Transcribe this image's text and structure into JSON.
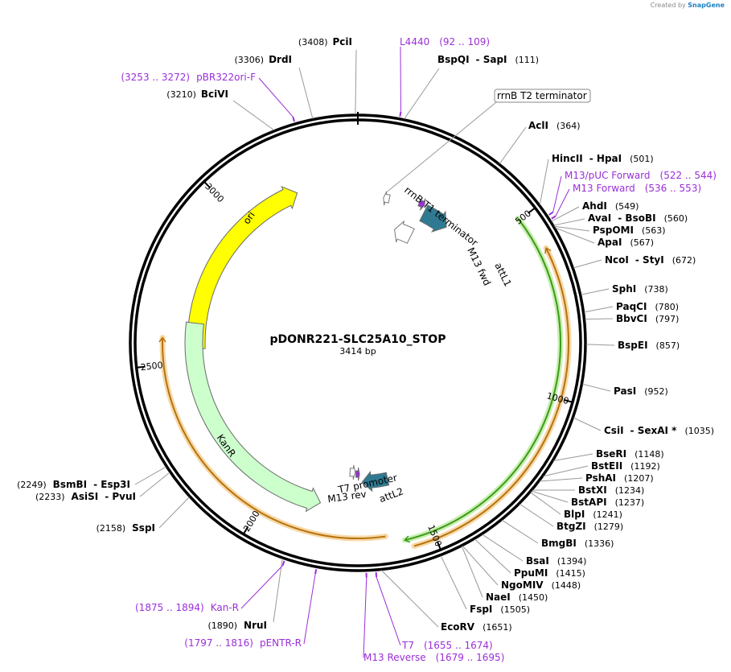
{
  "credit": {
    "prefix": "Created by",
    "brand": "SnapGene"
  },
  "plasmid": {
    "name": "pDONR221-SLC25A10_STOP",
    "length_label": "3414 bp",
    "length_bp": 3414
  },
  "ticks": [
    {
      "bp": 500,
      "label": "500"
    },
    {
      "bp": 1000,
      "label": "1000"
    },
    {
      "bp": 1500,
      "label": "1500"
    },
    {
      "bp": 2000,
      "label": "2000"
    },
    {
      "bp": 2500,
      "label": "2500"
    },
    {
      "bp": 3000,
      "label": "3000"
    }
  ],
  "features": [
    {
      "name": "ori",
      "label": "ori",
      "start": 2540,
      "end": 3205,
      "strand": 1,
      "color": "#ffff00"
    },
    {
      "name": "kanr",
      "label": "KanR",
      "start": 1832,
      "end": 2626,
      "strand": -1,
      "color": "#ccffcc"
    },
    {
      "name": "rrnb-t1-terminator",
      "label": "rrnB T1 terminator",
      "start": 170,
      "end": 250,
      "strand": -1,
      "color": "#ffffff"
    },
    {
      "name": "rrnb-t2-terminator",
      "label": "rrnB T2 terminator",
      "start": 95,
      "end": 117,
      "strand": -1,
      "color": "#ffffff"
    },
    {
      "name": "m13-fwd",
      "label": "M13 fwd",
      "start": 225,
      "end": 245,
      "strand": 1,
      "color": "#9a2fd8"
    },
    {
      "name": "attl1",
      "label": "attL1",
      "start": 255,
      "end": 355,
      "strand": 1,
      "color": "#2f7a92"
    },
    {
      "name": "attl2",
      "label": "attL2",
      "start": 1590,
      "end": 1690,
      "strand": 1,
      "color": "#2f7a92"
    },
    {
      "name": "m13-rev",
      "label": "M13 rev",
      "start": 1700,
      "end": 1715,
      "strand": -1,
      "color": "#9a2fd8"
    },
    {
      "name": "t7-promoter",
      "label": "T7 promoter",
      "start": 1718,
      "end": 1740,
      "strand": -1,
      "color": "#ffffff"
    }
  ],
  "orfs": [
    {
      "name": "orf-green",
      "start": 495,
      "end": 1580,
      "strand": 1,
      "color": "#3a9a1a"
    },
    {
      "name": "orf-orange-inner",
      "start": 1630,
      "end": 2575,
      "strand": 1,
      "color": "#b8720c"
    },
    {
      "name": "orf-orange-right",
      "start": 600,
      "end": 1560,
      "strand": -1,
      "color": "#b8720c"
    }
  ],
  "enzymes": [
    {
      "id": "pcii",
      "name": "PciI",
      "pos": "(3408)"
    },
    {
      "id": "drdi",
      "name": "DrdI",
      "pos": "(3306)"
    },
    {
      "id": "bcivi",
      "name": "BciVI",
      "pos": "(3210)"
    },
    {
      "id": "bspqi-sapi",
      "name": "BspQI",
      "name2": "SapI",
      "pos": "(111)"
    },
    {
      "id": "acli",
      "name": "AclI",
      "pos": "(364)"
    },
    {
      "id": "hincii-hpai",
      "name": "HincII",
      "name2": "HpaI",
      "pos": "(501)"
    },
    {
      "id": "ahdi",
      "name": "AhdI",
      "pos": "(549)"
    },
    {
      "id": "avai-bsobi",
      "name": "AvaI",
      "name2": "BsoBI",
      "pos": "(560)"
    },
    {
      "id": "pspomi",
      "name": "PspOMI",
      "pos": "(563)"
    },
    {
      "id": "apai",
      "name": "ApaI",
      "pos": "(567)"
    },
    {
      "id": "ncoi-styi",
      "name": "NcoI",
      "name2": "StyI",
      "pos": "(672)"
    },
    {
      "id": "sphi",
      "name": "SphI",
      "pos": "(738)"
    },
    {
      "id": "paqci",
      "name": "PaqCI",
      "pos": "(780)"
    },
    {
      "id": "bbvci",
      "name": "BbvCI",
      "pos": "(797)"
    },
    {
      "id": "bspei",
      "name": "BspEI",
      "pos": "(857)"
    },
    {
      "id": "pasi",
      "name": "PasI",
      "pos": "(952)"
    },
    {
      "id": "csii-sexai",
      "name": "CsiI",
      "name2": "SexAI *",
      "pos": "(1035)"
    },
    {
      "id": "beseri",
      "name": "BseRI",
      "pos": "(1148)"
    },
    {
      "id": "bsteii",
      "name": "BstEII",
      "pos": "(1192)"
    },
    {
      "id": "pshai",
      "name": "PshAI",
      "pos": "(1207)"
    },
    {
      "id": "bstxi",
      "name": "BstXI",
      "pos": "(1234)"
    },
    {
      "id": "bstapi",
      "name": "BstAPI",
      "pos": "(1237)"
    },
    {
      "id": "blpi",
      "name": "BlpI",
      "pos": "(1241)"
    },
    {
      "id": "btgzi",
      "name": "BtgZI",
      "pos": "(1279)"
    },
    {
      "id": "bmgbi",
      "name": "BmgBI",
      "pos": "(1336)"
    },
    {
      "id": "bsai",
      "name": "BsaI",
      "pos": "(1394)"
    },
    {
      "id": "ppumi",
      "name": "PpuMI",
      "pos": "(1415)"
    },
    {
      "id": "ngomiv",
      "name": "NgoMIV",
      "pos": "(1448)"
    },
    {
      "id": "naei",
      "name": "NaeI",
      "pos": "(1450)"
    },
    {
      "id": "fspi",
      "name": "FspI",
      "pos": "(1505)"
    },
    {
      "id": "ecorv",
      "name": "EcoRV",
      "pos": "(1651)"
    },
    {
      "id": "nrui",
      "name": "NruI",
      "pos": "(1890)"
    },
    {
      "id": "sspi",
      "name": "SspI",
      "pos": "(2158)"
    },
    {
      "id": "asisi-pvui",
      "name": "AsiSI",
      "name2": "PvuI",
      "pos": "(2233)"
    },
    {
      "id": "bsmbi-esp3i",
      "name": "BsmBI",
      "name2": "Esp3I",
      "pos": "(2249)"
    }
  ],
  "primers": [
    {
      "id": "l4440",
      "name": "L4440",
      "range": "(92 .. 109)"
    },
    {
      "id": "pbr322ori-f",
      "name": "pBR322ori-F",
      "range": "(3253 .. 3272)"
    },
    {
      "id": "m13-puc-forward",
      "name": "M13/pUC Forward",
      "range": "(522 .. 544)"
    },
    {
      "id": "m13-forward",
      "name": "M13 Forward",
      "range": "(536 .. 553)"
    },
    {
      "id": "kan-r",
      "name": "Kan-R",
      "range": "(1875 .. 1894)"
    },
    {
      "id": "pentr-r",
      "name": "pENTR-R",
      "range": "(1797 .. 1816)"
    },
    {
      "id": "t7",
      "name": "T7",
      "range": "(1655 .. 1674)"
    },
    {
      "id": "m13-reverse",
      "name": "M13 Reverse",
      "range": "(1679 .. 1695)"
    }
  ]
}
